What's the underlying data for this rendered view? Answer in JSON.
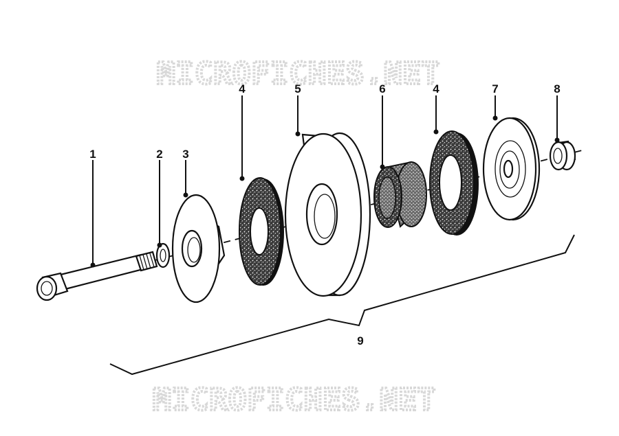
{
  "watermark": {
    "text": "MICROFICHES.NET"
  },
  "callouts": [
    {
      "id": "c1",
      "label": "1"
    },
    {
      "id": "c2",
      "label": "2"
    },
    {
      "id": "c3",
      "label": "3"
    },
    {
      "id": "c4a",
      "label": "4"
    },
    {
      "id": "c5",
      "label": "5"
    },
    {
      "id": "c6",
      "label": "6"
    },
    {
      "id": "c4b",
      "label": "4"
    },
    {
      "id": "c7",
      "label": "7"
    },
    {
      "id": "c8",
      "label": "8"
    },
    {
      "id": "c9",
      "label": "9"
    }
  ],
  "parts": [
    {
      "callout": "1",
      "icon": "bolt-icon"
    },
    {
      "callout": "2",
      "icon": "lock-washer-icon"
    },
    {
      "callout": "3",
      "icon": "flanged-plate-icon"
    },
    {
      "callout": "4",
      "icon": "friction-disc-icon"
    },
    {
      "callout": "5",
      "icon": "pulley-disc-icon"
    },
    {
      "callout": "6",
      "icon": "bushing-icon"
    },
    {
      "callout": "7",
      "icon": "dished-washer-icon"
    },
    {
      "callout": "8",
      "icon": "nut-icon"
    }
  ],
  "assembly": {
    "callout": "9",
    "icon": "bracket-icon"
  },
  "colors": {
    "ink": "#111111",
    "watermark": "#d8d8d8",
    "speckle": "#555555"
  }
}
